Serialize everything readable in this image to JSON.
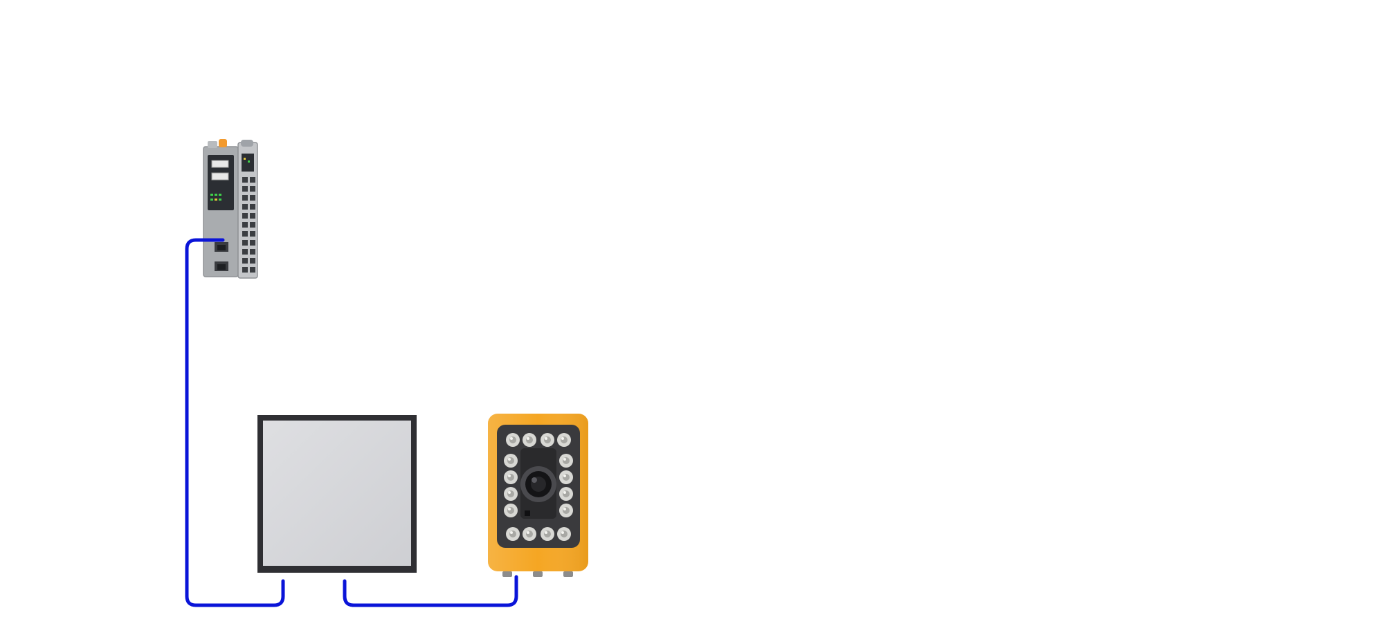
{
  "diagram": {
    "kind": "vision-system-wiring",
    "nodes": [
      {
        "id": "plc",
        "icon": "plc-controller-icon"
      },
      {
        "id": "backlight",
        "icon": "backlight-panel-icon"
      },
      {
        "id": "camera",
        "icon": "smart-camera-icon"
      }
    ],
    "connections": [
      {
        "from": "plc",
        "to": "backlight"
      },
      {
        "from": "backlight",
        "to": "camera"
      }
    ],
    "colors": {
      "cable": "#0a14d8",
      "plc_body": "#a9acaf",
      "plc_dark": "#2b2e33",
      "backlight_frame": "#2f2f33",
      "backlight_panel": "#d3d4d8",
      "camera_housing": "#f5a623",
      "camera_face": "#3a3a3d",
      "led": "#d8d8d4"
    }
  }
}
